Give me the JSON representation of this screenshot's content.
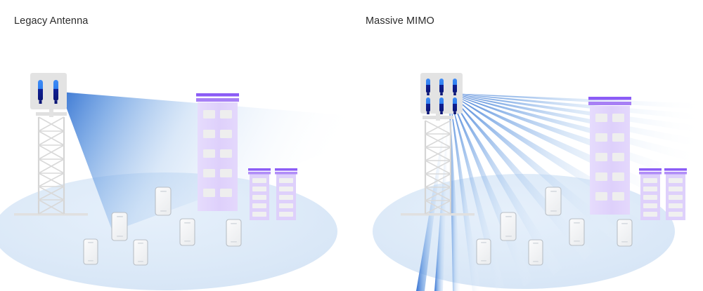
{
  "figure": {
    "type": "diagram",
    "subject": "Legacy antenna single wide beam versus Massive MIMO multi-beam coverage",
    "background_color": "#ffffff"
  },
  "colors": {
    "beam_blue_strong": "#2f6fd0",
    "beam_blue_mid": "#7aa9e8",
    "beam_blue_soft": "#c5dbf5",
    "ground_ellipse": "#dde9f7",
    "ground_ellipse_dark": "#d3e3f6",
    "building_body": "#e0d4fb",
    "building_body_light": "#ece3ff",
    "building_window": "#eeeeee",
    "roof_purple_dark": "#8b5cf6",
    "roof_purple_light": "#b794f8",
    "tower_gray": "#d8d8d8",
    "panel_gray": "#e3e3e3",
    "antenna_light": "#2f7ff0",
    "antenna_dark": "#0b1f8f",
    "phone_body": "#f2f2f2",
    "phone_border": "#b9bfc6",
    "title_text": "#2b2b2b"
  },
  "panels": [
    {
      "id": "legacy",
      "title": "Legacy Antenna",
      "antenna": {
        "type": "panel-antenna",
        "element_columns": 2,
        "element_rows": 1,
        "element_count": 2,
        "tower_type": "lattice-mast",
        "tower_x_braces": 7
      },
      "beams": {
        "style": "single-wide-cone",
        "count": 1,
        "description": "One broad fan-shaped beam spreading from the antenna"
      },
      "buildings": [
        {
          "name": "tall-tower",
          "floors": 5,
          "windows_per_floor": 2,
          "roof": "double-purple-band"
        },
        {
          "name": "mid-block-left",
          "floors": 5,
          "windows_per_floor": 1,
          "roof": "purple-band"
        },
        {
          "name": "mid-block-right",
          "floors": 5,
          "windows_per_floor": 1,
          "roof": "purple-band"
        }
      ],
      "devices": {
        "type": "smartphone",
        "count": 6
      },
      "ground": {
        "shape": "ellipse",
        "clipped_edge": "left"
      }
    },
    {
      "id": "massive-mimo",
      "title": "Massive MIMO",
      "antenna": {
        "type": "panel-array-antenna",
        "element_columns": 3,
        "element_rows": 2,
        "element_count": 6,
        "tower_type": "lattice-mast",
        "tower_x_braces": 7
      },
      "beams": {
        "style": "narrow-multi-beam-fan",
        "count": 17,
        "description": "Many narrow directed beams fanning out toward individual devices"
      },
      "buildings": [
        {
          "name": "tall-tower",
          "floors": 5,
          "windows_per_floor": 2,
          "roof": "double-purple-band"
        },
        {
          "name": "mid-block-left",
          "floors": 5,
          "windows_per_floor": 1,
          "roof": "purple-band"
        },
        {
          "name": "mid-block-right",
          "floors": 5,
          "windows_per_floor": 1,
          "roof": "purple-band"
        }
      ],
      "devices": {
        "type": "smartphone",
        "count": 6
      },
      "ground": {
        "shape": "ellipse",
        "clipped_edge": "none"
      }
    }
  ]
}
